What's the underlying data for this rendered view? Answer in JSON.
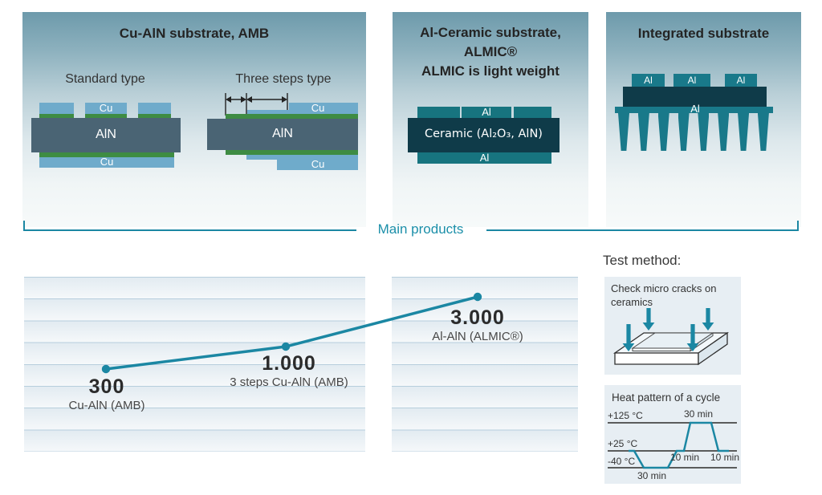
{
  "panels": {
    "cu_aln": {
      "title": "Cu-AlN substrate, AMB",
      "standard_label": "Standard type",
      "three_steps_label": "Three steps type",
      "cu": "Cu",
      "aln": "AlN"
    },
    "al_ceramic": {
      "title_lines": [
        "Al-Ceramic substrate,",
        "ALMIC®",
        "ALMIC is light weight"
      ],
      "al": "Al",
      "ceramic": "Ceramic (Al₂O₃, AlN)"
    },
    "integrated": {
      "title": "Integrated substrate",
      "chip_labels": [
        "Al",
        "Al",
        "Al"
      ],
      "base_label": "Al"
    }
  },
  "bracket": {
    "label": "Main products"
  },
  "chart_data": {
    "type": "line",
    "categories": [
      "Cu-AlN (AMB)",
      "3 steps Cu-AlN (AMB)",
      "Al-AlN (ALMIC®)"
    ],
    "values": [
      300,
      1000,
      3000
    ],
    "points": [
      {
        "value_label": "300",
        "value": 300,
        "name": "Cu-AlN (AMB)"
      },
      {
        "value_label": "1.000",
        "value": 1000,
        "name": "3 steps Cu-AlN (AMB)"
      },
      {
        "value_label": "3.000",
        "value": 3000,
        "name": "Al-AlN (ALMIC®)"
      }
    ],
    "title": "",
    "xlabel": "",
    "ylabel": "",
    "grid": true,
    "legend": false,
    "line_color": "#1b87a3"
  },
  "test_method": {
    "heading": "Test method:",
    "micro_cracks": {
      "caption": "Check micro cracks on ceramics"
    },
    "heat_pattern": {
      "title": "Heat pattern of a cycle",
      "temp_labels": [
        "+125 °C",
        "+25 °C",
        "-40 °C"
      ],
      "high_dwell": "30 min",
      "ramp_up_hold": "10 min",
      "ramp_down_hold": "10 min",
      "low_dwell": "30 min"
    }
  },
  "colors": {
    "accent_teal": "#1b87a3",
    "copper_blue": "#6fabcb",
    "braze_green": "#3e8c43",
    "aln_slate": "#4a6474",
    "aluminum_teal": "#17747f",
    "ceramic_dark": "#0f3b49",
    "panel_gradient_top": "#6d9aab",
    "gridline": "#b7cedd",
    "side_panel_bg": "#e7eef3"
  }
}
